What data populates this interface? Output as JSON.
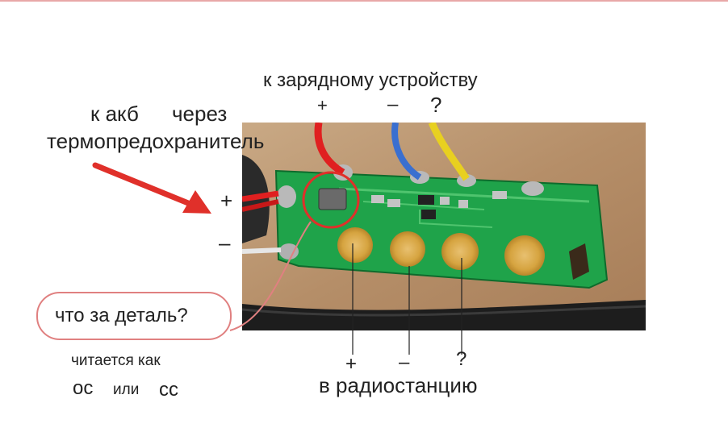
{
  "labels": {
    "to_charger": "к зарядному устройству",
    "charger_plus": "+",
    "charger_minus": "–",
    "charger_q": "?",
    "to_akb": "к акб",
    "through": "через",
    "thermofuse": "термопредохранитель",
    "left_plus": "+",
    "left_minus": "–",
    "question": "что за деталь?",
    "reads_as": "читается как",
    "oc": "ос",
    "or": "или",
    "cc": "сс",
    "radio_plus": "+",
    "radio_minus": "–",
    "radio_q": "?",
    "to_radio": "в радиостанцию"
  },
  "colors": {
    "arrow": "#e0302a",
    "circle": "#e0302a",
    "callout": "#e08080",
    "pcb": "#1fa34a",
    "wire_red": "#e02020",
    "wire_blue": "#3a6fd0",
    "wire_yellow": "#e8d020"
  }
}
